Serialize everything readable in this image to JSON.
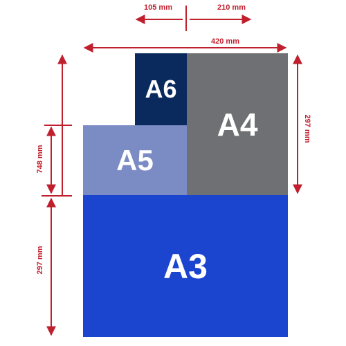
{
  "colors": {
    "a3": "#1c45cf",
    "a4": "#6e7073",
    "a5": "#7b8bc4",
    "a6": "#0a2a5e",
    "dimension_line": "#c0202e",
    "background": "#ffffff"
  },
  "sheets": {
    "a3": {
      "label": "A3"
    },
    "a4": {
      "label": "A4"
    },
    "a5": {
      "label": "A5"
    },
    "a6": {
      "label": "A6"
    }
  },
  "dimensions": {
    "top_left": "105 mm",
    "top_right": "210 mm",
    "full_width": "420 mm",
    "right_side": "297 mm",
    "left_upper": "748 mm",
    "left_lower": "297 mm"
  }
}
